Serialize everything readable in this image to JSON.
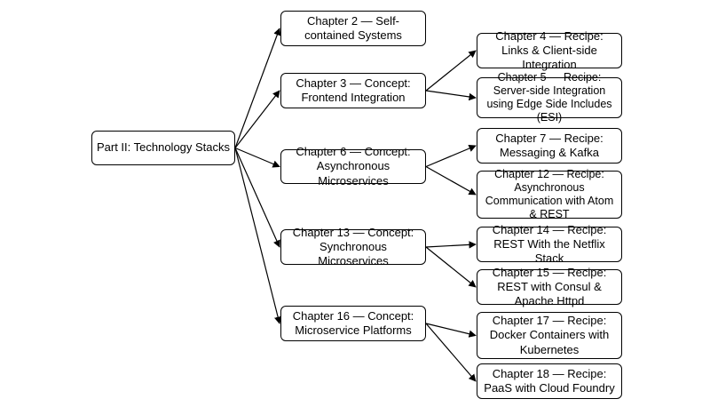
{
  "nodes": {
    "root": "Part II: Technology Stacks",
    "ch2": "Chapter 2 — Self-contained Systems",
    "ch3": "Chapter 3 — Concept: Frontend Integration",
    "ch4": "Chapter 4 — Recipe: Links & Client-side Integration",
    "ch5": "Chapter 5 — Recipe: Server-side Integration using Edge Side Includes (ESI)",
    "ch6": "Chapter 6 — Concept: Asynchronous Microservices",
    "ch7": "Chapter 7 — Recipe: Messaging & Kafka",
    "ch12": "Chapter 12 — Recipe: Asynchronous Communication with Atom & REST",
    "ch13": "Chapter 13 — Concept: Synchronous Microservices",
    "ch14": "Chapter 14 — Recipe: REST With the Netflix Stack",
    "ch15": "Chapter 15 — Recipe: REST with Consul & Apache Httpd",
    "ch16": "Chapter 16 — Concept: Microservice Platforms",
    "ch17": "Chapter 17 — Recipe: Docker Containers with Kubernetes",
    "ch18": "Chapter 18 — Recipe: PaaS with Cloud Foundry"
  },
  "edges": [
    [
      "root",
      "ch2"
    ],
    [
      "root",
      "ch3"
    ],
    [
      "root",
      "ch6"
    ],
    [
      "root",
      "ch13"
    ],
    [
      "root",
      "ch16"
    ],
    [
      "ch3",
      "ch4"
    ],
    [
      "ch3",
      "ch5"
    ],
    [
      "ch6",
      "ch7"
    ],
    [
      "ch6",
      "ch12"
    ],
    [
      "ch13",
      "ch14"
    ],
    [
      "ch13",
      "ch15"
    ],
    [
      "ch16",
      "ch17"
    ],
    [
      "ch16",
      "ch18"
    ]
  ]
}
